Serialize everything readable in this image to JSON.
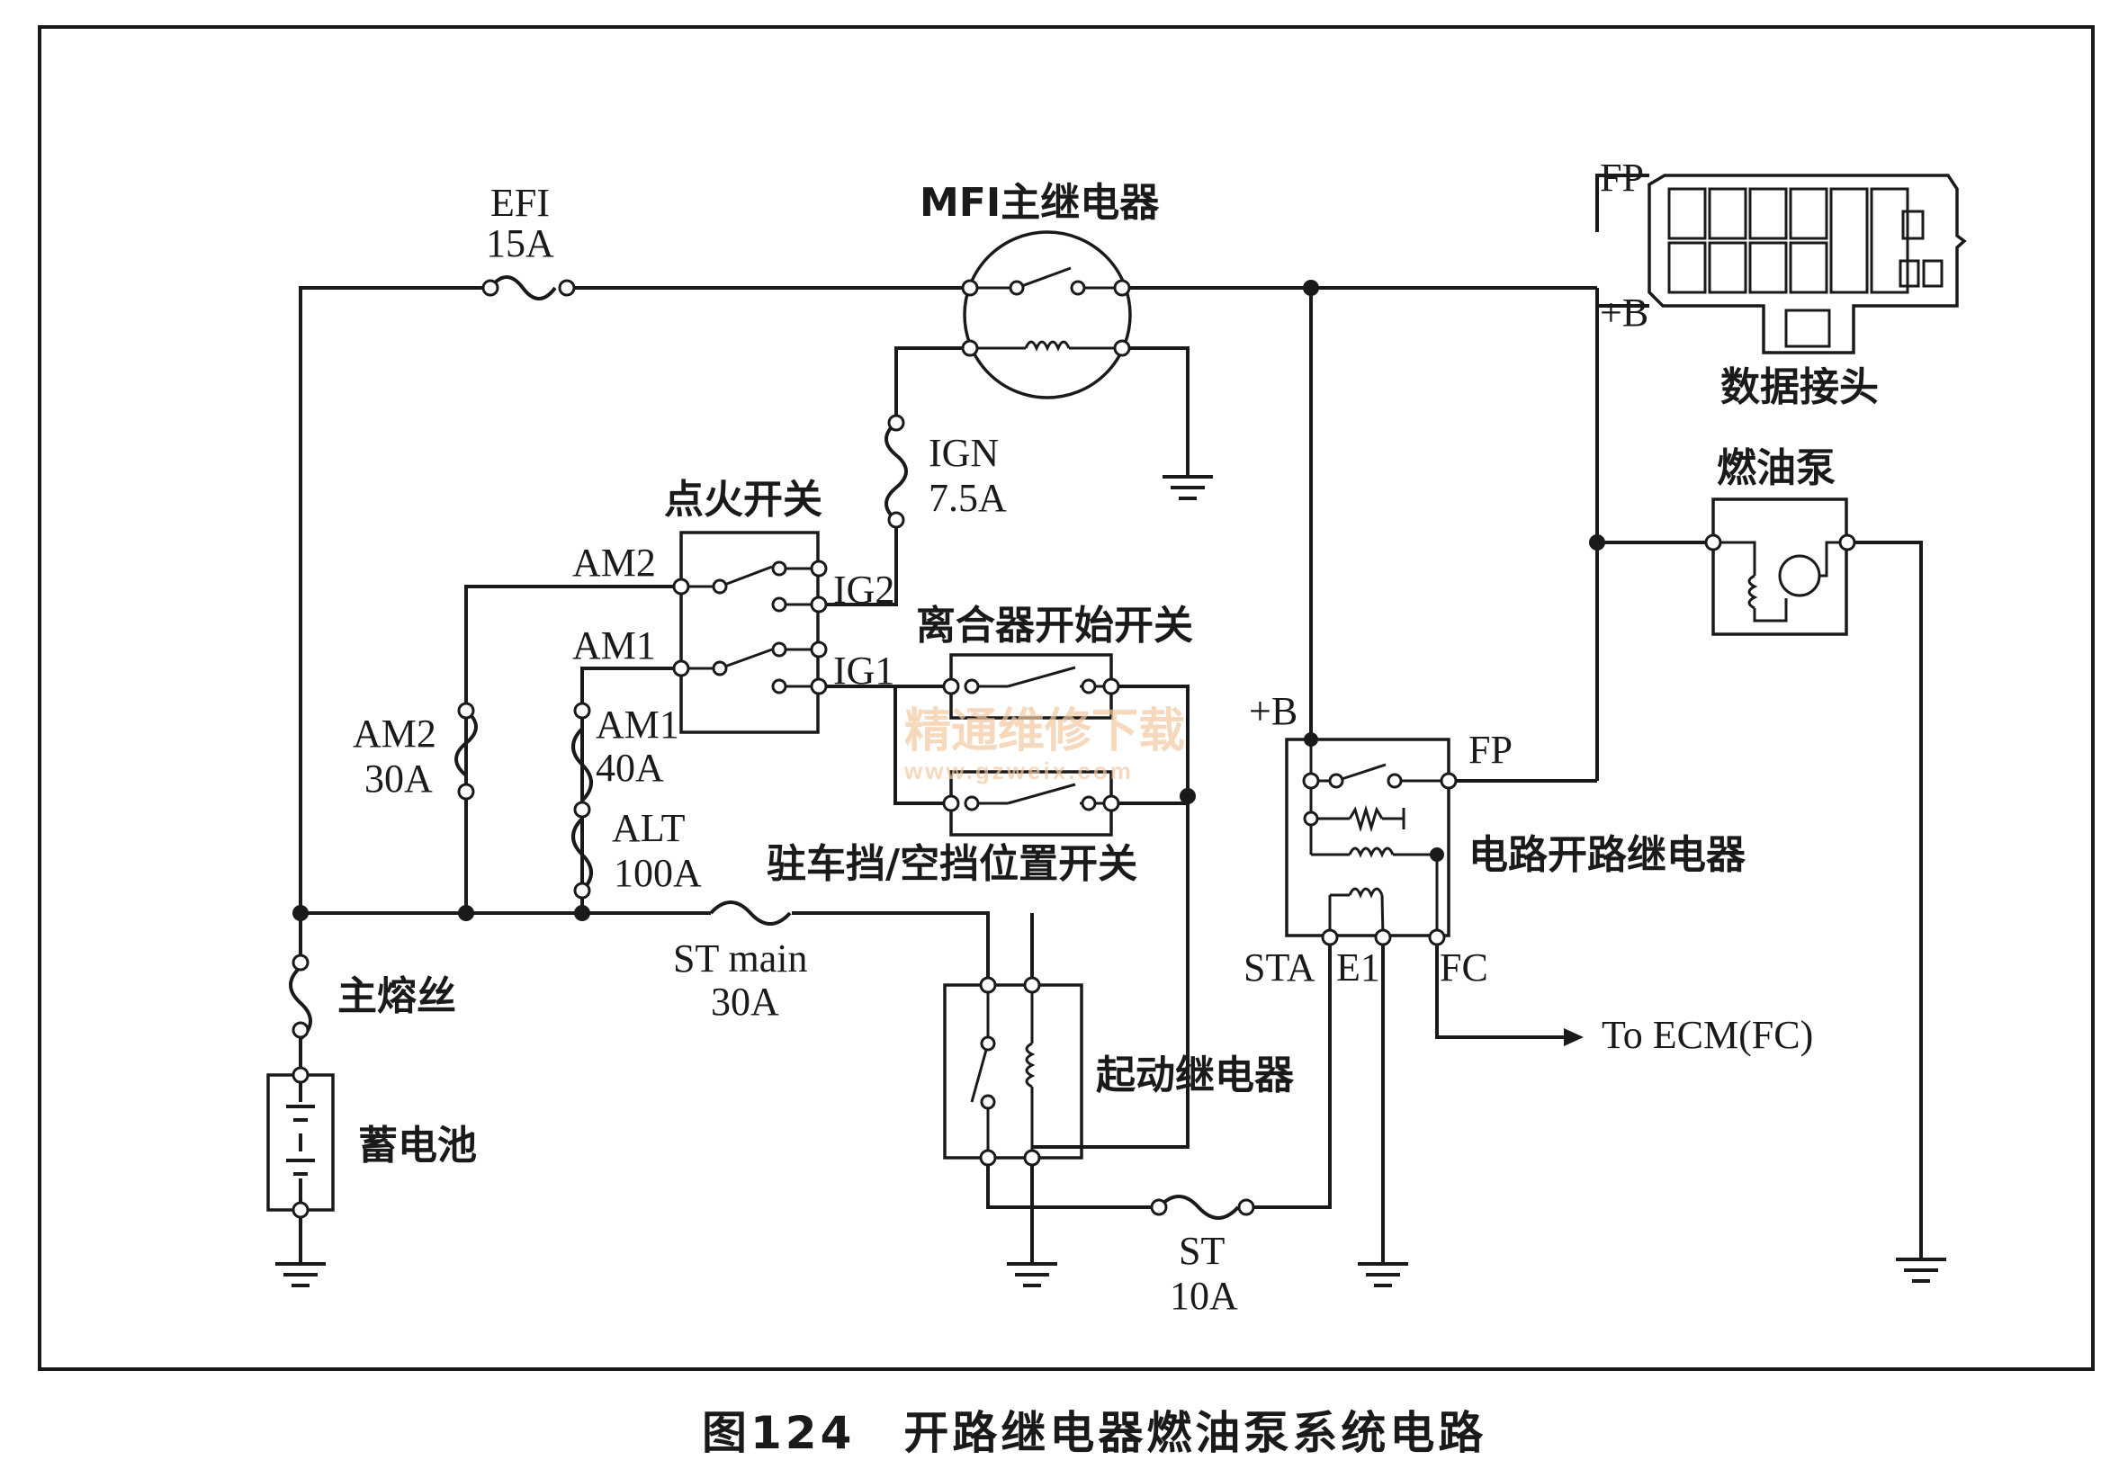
{
  "labels": {
    "efi_fuse": "EFI",
    "efi_rating": "15A",
    "mfi_relay": "MFI主继电器",
    "ign_fuse": "IGN",
    "ign_rating": "7.5A",
    "ignition_switch": "点火开关",
    "am2_terminal": "AM2",
    "am1_terminal": "AM1",
    "ig2_terminal": "IG2",
    "ig1_terminal": "IG1",
    "clutch_switch": "离合器开始开关",
    "am2_fuse": "AM2",
    "am2_rating": "30A",
    "am1_fuse": "AM1",
    "am1_rating": "40A",
    "alt_fuse": "ALT",
    "alt_rating": "100A",
    "park_neutral_switch": "驻车挡/空挡位置开关",
    "main_fuse": "主熔丝",
    "st_main_fuse": "ST main",
    "st_main_rating": "30A",
    "starter_relay": "起动继电器",
    "battery": "蓄电池",
    "st_fuse": "ST",
    "st_rating": "10A",
    "data_connector": "数据接头",
    "dlc_fp": "FP",
    "dlc_b": "+B",
    "fuel_pump": "燃油泵",
    "cor_b": "+B",
    "cor_fp": "FP",
    "circuit_opening_relay": "电路开路继电器",
    "cor_sta": "STA",
    "cor_e1": "E1",
    "cor_fc": "FC",
    "to_ecm": "To ECM(FC)"
  },
  "watermark": {
    "text": "精通维修下载",
    "url": "www.gzweix.com",
    "color": "#f3c9a2"
  },
  "caption": "图124　开路继电器燃油泵系统电路"
}
